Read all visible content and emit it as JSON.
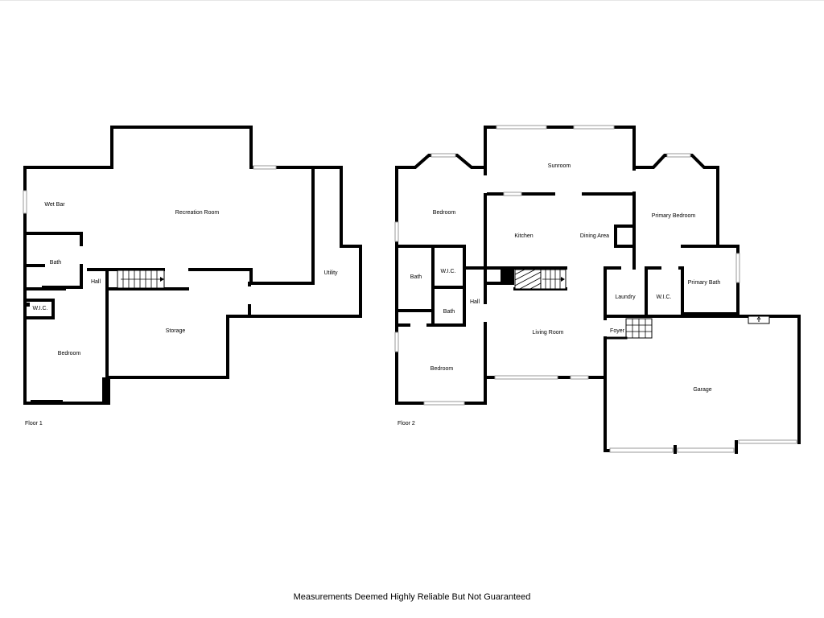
{
  "floors": [
    {
      "label": "Floor 1",
      "rooms": {
        "wet_bar": "Wet Bar",
        "recreation_room": "Recreation Room",
        "bath": "Bath",
        "hall": "Hall",
        "utility": "Utility",
        "wic": "W.I.C.",
        "storage": "Storage",
        "bedroom": "Bedroom"
      }
    },
    {
      "label": "Floor 2",
      "rooms": {
        "bedroom_upper": "Bedroom",
        "sunroom": "Sunroom",
        "primary_bedroom": "Primary Bedroom",
        "kitchen": "Kitchen",
        "dining_area": "Dining Area",
        "bath_left": "Bath",
        "wic_left": "W.I.C.",
        "bath_mid": "Bath",
        "hall": "Hall",
        "laundry": "Laundry",
        "wic_right": "W.I.C.",
        "primary_bath": "Primary Bath",
        "foyer": "Foyer",
        "living_room": "Living Room",
        "bedroom_lower": "Bedroom",
        "garage": "Garage"
      }
    }
  ],
  "disclaimer": "Measurements Deemed Highly Reliable But Not Guaranteed"
}
